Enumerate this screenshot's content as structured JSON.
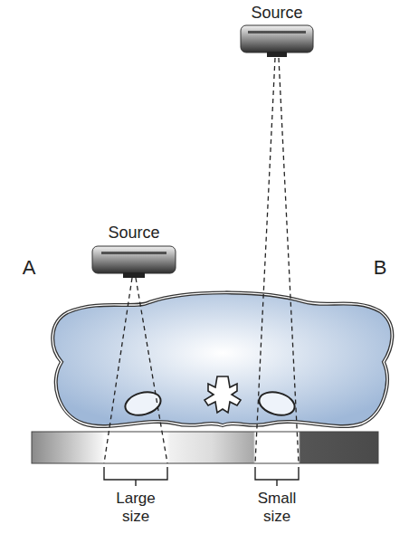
{
  "diagram": {
    "labels": [
      "Source",
      "Source",
      "A",
      "B",
      "Large size",
      "Small size"
    ]
  }
}
